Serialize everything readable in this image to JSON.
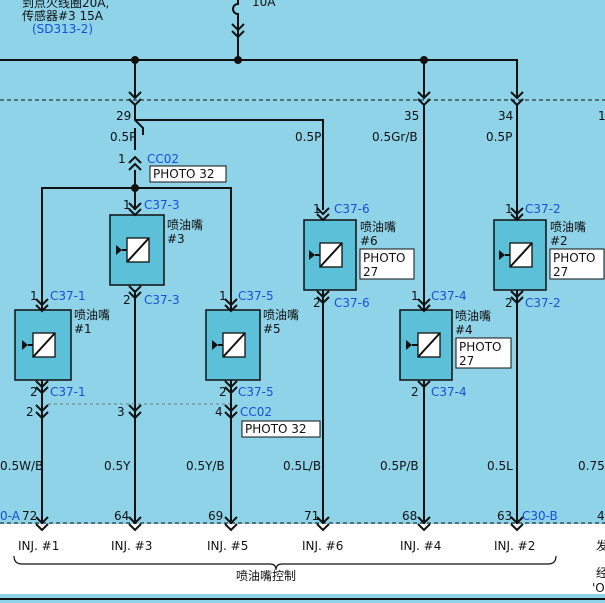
{
  "colors": {
    "page_bg": "#ffffff",
    "sky_bg": "#8ed3e8",
    "wire": "#111111",
    "connector_text": "#1a4fd6",
    "component_fill": "#5bc0d8"
  },
  "header": {
    "fuse_line1": "到点火线圈20A,",
    "fuse_line2": "传感器#3 15A",
    "fuse_ref": "(SD313-2)",
    "fuse_rating": "10A"
  },
  "top_pins": [
    {
      "pin": "29",
      "wire": "0.5P"
    },
    {
      "pin": "35",
      "wire": "0.5Gr/B"
    },
    {
      "pin": "34",
      "wire": "0.5P"
    },
    {
      "pin": "1",
      "wire": ""
    }
  ],
  "cc02": {
    "connector": "CC02",
    "pin_top": "1",
    "pin_bottom_left": "2",
    "pin_bottom_3": "3",
    "pin_bottom_4": "4",
    "photo": "PHOTO 32"
  },
  "inj_center_wire": "0.5P",
  "injectors": [
    {
      "id": "1",
      "connector": "C37-1",
      "name": "喷油嘴",
      "num": "#1",
      "pin_in": "1",
      "pin_out": "2",
      "photo": ""
    },
    {
      "id": "3",
      "connector": "C37-3",
      "name": "喷油嘴",
      "num": "#3",
      "pin_in": "1",
      "pin_out": "2",
      "photo": ""
    },
    {
      "id": "5",
      "connector": "C37-5",
      "name": "喷油嘴",
      "num": "#5",
      "pin_in": "1",
      "pin_out": "2",
      "photo": ""
    },
    {
      "id": "6",
      "connector": "C37-6",
      "name": "喷油嘴",
      "num": "#6",
      "pin_in": "1",
      "pin_out": "2",
      "photo": "PHOTO\n27"
    },
    {
      "id": "4",
      "connector": "C37-4",
      "name": "喷油嘴",
      "num": "#4",
      "pin_in": "1",
      "pin_out": "2",
      "photo": "PHOTO\n27"
    },
    {
      "id": "2",
      "connector": "C37-2",
      "name": "喷油嘴",
      "num": "#2",
      "pin_in": "1",
      "pin_out": "2",
      "photo": "PHOTO\n27"
    }
  ],
  "bottom_wires": [
    "0.5W/B",
    "0.5Y",
    "0.5Y/B",
    "0.5L/B",
    "0.5P/B",
    "0.5L",
    "0.75"
  ],
  "ecm": {
    "left_connector": "0-A",
    "right_connector": "C30-B",
    "pins": [
      "72",
      "64",
      "69",
      "71",
      "68",
      "63",
      "4"
    ],
    "inj_labels": [
      "INJ. #1",
      "INJ. #3",
      "INJ. #5",
      "INJ. #6",
      "INJ. #4",
      "INJ. #2"
    ],
    "group_label": "喷油嘴控制",
    "right_edge_1": "发",
    "right_edge_2": "经",
    "right_edge_3": "'O"
  }
}
